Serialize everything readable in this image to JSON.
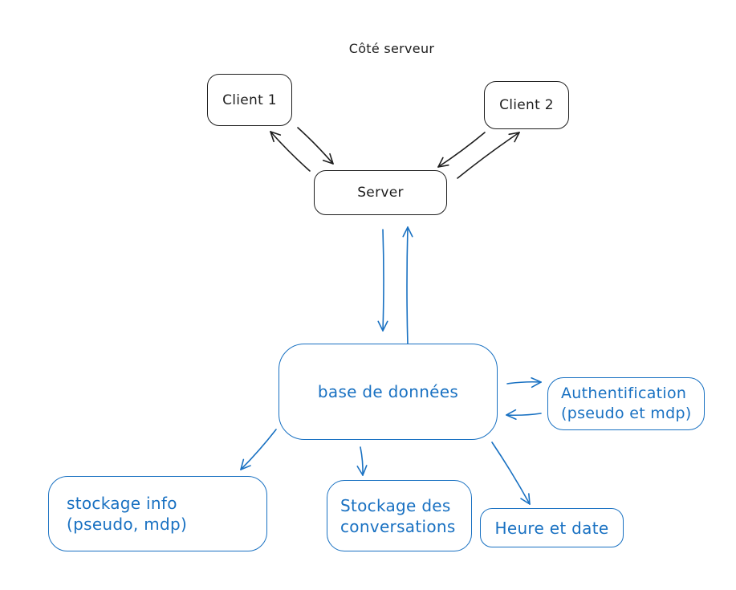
{
  "title": "Côté serveur",
  "colors": {
    "stroke_dark": "#1e1e1e",
    "stroke_blue": "#1971c2",
    "background": "#ffffff"
  },
  "nodes": {
    "client1": {
      "label": "Client 1"
    },
    "client2": {
      "label": "Client 2"
    },
    "server": {
      "label": "Server"
    },
    "database": {
      "label": "base de données"
    },
    "authentification": {
      "line1": "Authentification",
      "line2": "(pseudo et mdp)"
    },
    "stockage_info": {
      "line1": "stockage info",
      "line2": "(pseudo, mdp)"
    },
    "stockage_conversations": {
      "line1": "Stockage des",
      "line2": "conversations"
    },
    "heure_date": {
      "label": "Heure et date"
    }
  },
  "edges": [
    {
      "from": "client1",
      "to": "server"
    },
    {
      "from": "server",
      "to": "client1"
    },
    {
      "from": "client2",
      "to": "server"
    },
    {
      "from": "server",
      "to": "client2"
    },
    {
      "from": "server",
      "to": "database"
    },
    {
      "from": "database",
      "to": "server"
    },
    {
      "from": "database",
      "to": "authentification"
    },
    {
      "from": "authentification",
      "to": "database"
    },
    {
      "from": "database",
      "to": "stockage_info"
    },
    {
      "from": "database",
      "to": "stockage_conversations"
    },
    {
      "from": "database",
      "to": "heure_date"
    }
  ]
}
